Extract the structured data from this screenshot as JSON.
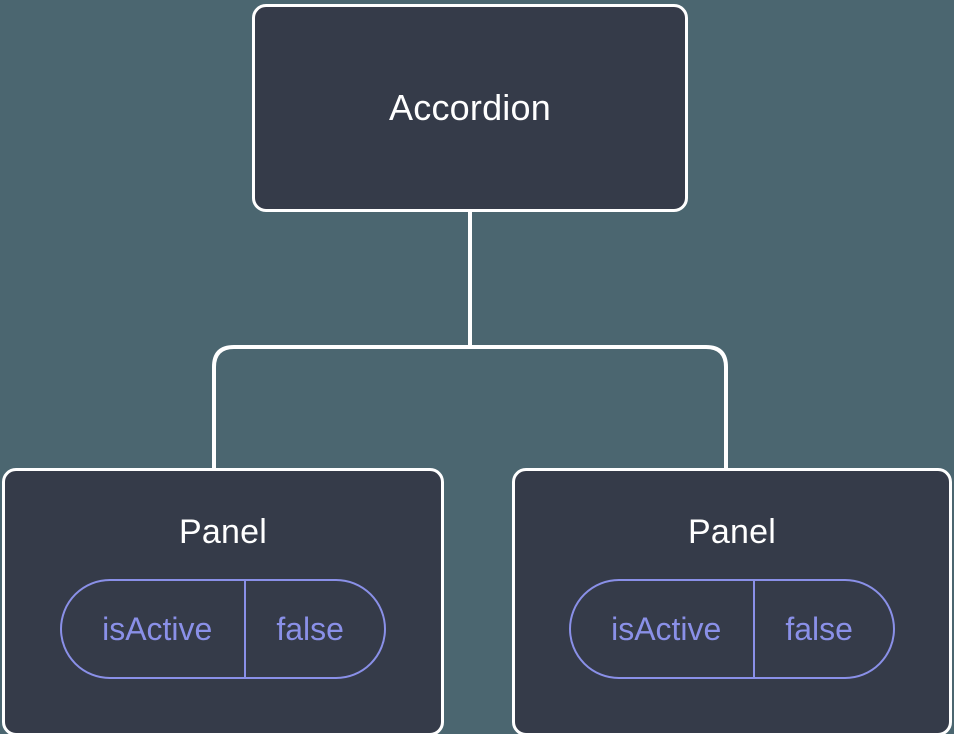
{
  "diagram": {
    "type": "component-tree",
    "background_color": "#4b6670",
    "node_fill_color": "#353b49",
    "node_border_color": "#ffffff",
    "edge_color": "#ffffff",
    "badge_color": "#8a90e8",
    "root": {
      "label": "Accordion",
      "props": []
    },
    "children": [
      {
        "label": "Panel",
        "props": [
          {
            "key": "isActive",
            "value": "false"
          }
        ]
      },
      {
        "label": "Panel",
        "props": [
          {
            "key": "isActive",
            "value": "false"
          }
        ]
      }
    ]
  }
}
